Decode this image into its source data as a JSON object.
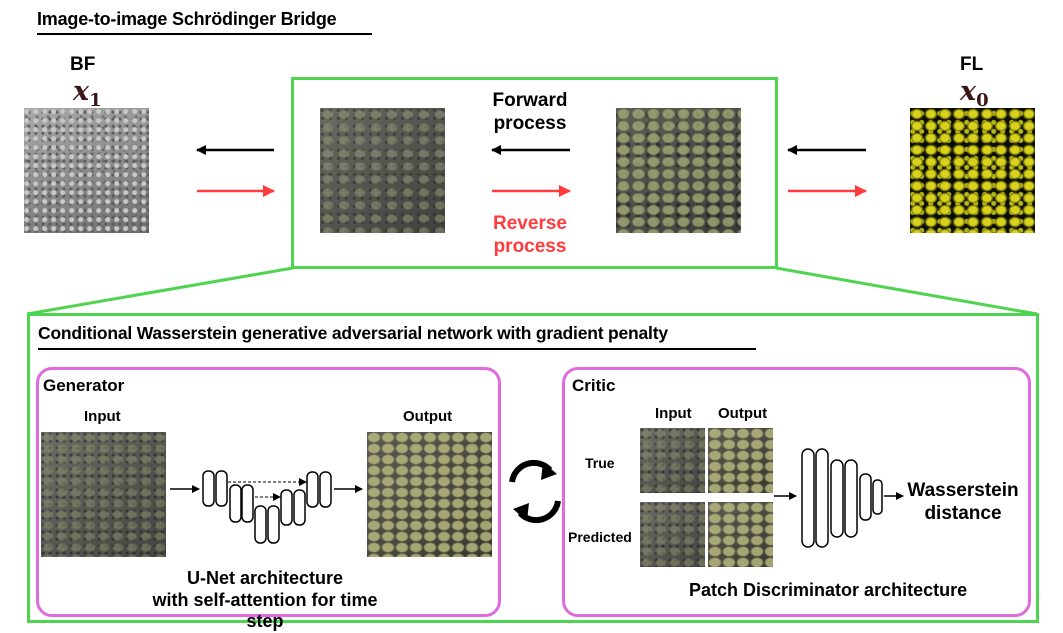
{
  "top": {
    "title": "Image-to-image Schrödinger Bridge",
    "bf_label": "BF",
    "bf_var": "x",
    "bf_sub": "1",
    "fl_label": "FL",
    "fl_var": "x",
    "fl_sub": "0",
    "forward_label": "Forward process",
    "reverse_label": "Reverse process",
    "colors": {
      "forward": "#000000",
      "reverse": "#ff3b3b",
      "box": "#4fd44f"
    }
  },
  "cwgan": {
    "title": "Conditional Wasserstein generative adversarial network with gradient penalty",
    "generator": {
      "title": "Generator",
      "input_label": "Input",
      "output_label": "Output",
      "caption_line1": "U-Net architecture",
      "caption_line2": "with self-attention for time step"
    },
    "critic": {
      "title": "Critic",
      "input_label": "Input",
      "output_label": "Output",
      "true_label": "True",
      "predicted_label": "Predicted",
      "result_line1": "Wasserstein",
      "result_line2": "distance",
      "caption": "Patch Discriminator architecture"
    },
    "colors": {
      "panel_border": "#e06be0",
      "outer_border": "#4fd44f"
    }
  }
}
